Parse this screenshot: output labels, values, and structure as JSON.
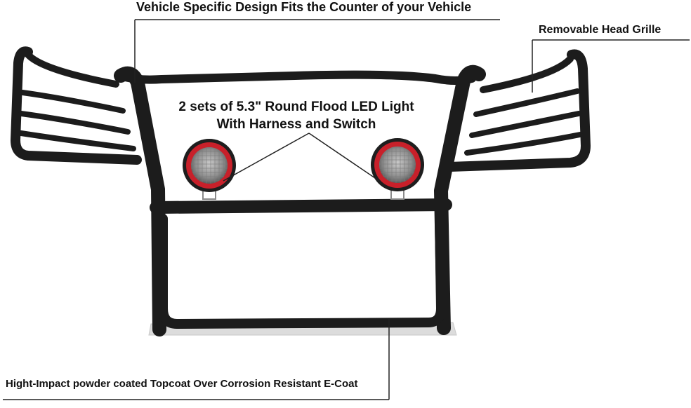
{
  "callouts": {
    "top": "Vehicle Specific Design Fits the Counter of your Vehicle",
    "right": "Removable Head Grille",
    "center_line1": "2 sets of 5.3\" Round Flood LED Light",
    "center_line2": "With Harness and Switch",
    "bottom": "Hight-Impact powder coated Topcoat Over Corrosion Resistant E-Coat"
  },
  "colors": {
    "frame": "#1c1c1c",
    "light_ring": "#c8202a",
    "light_lens": "#9a9a9a",
    "skid": "#d9d9d9"
  }
}
